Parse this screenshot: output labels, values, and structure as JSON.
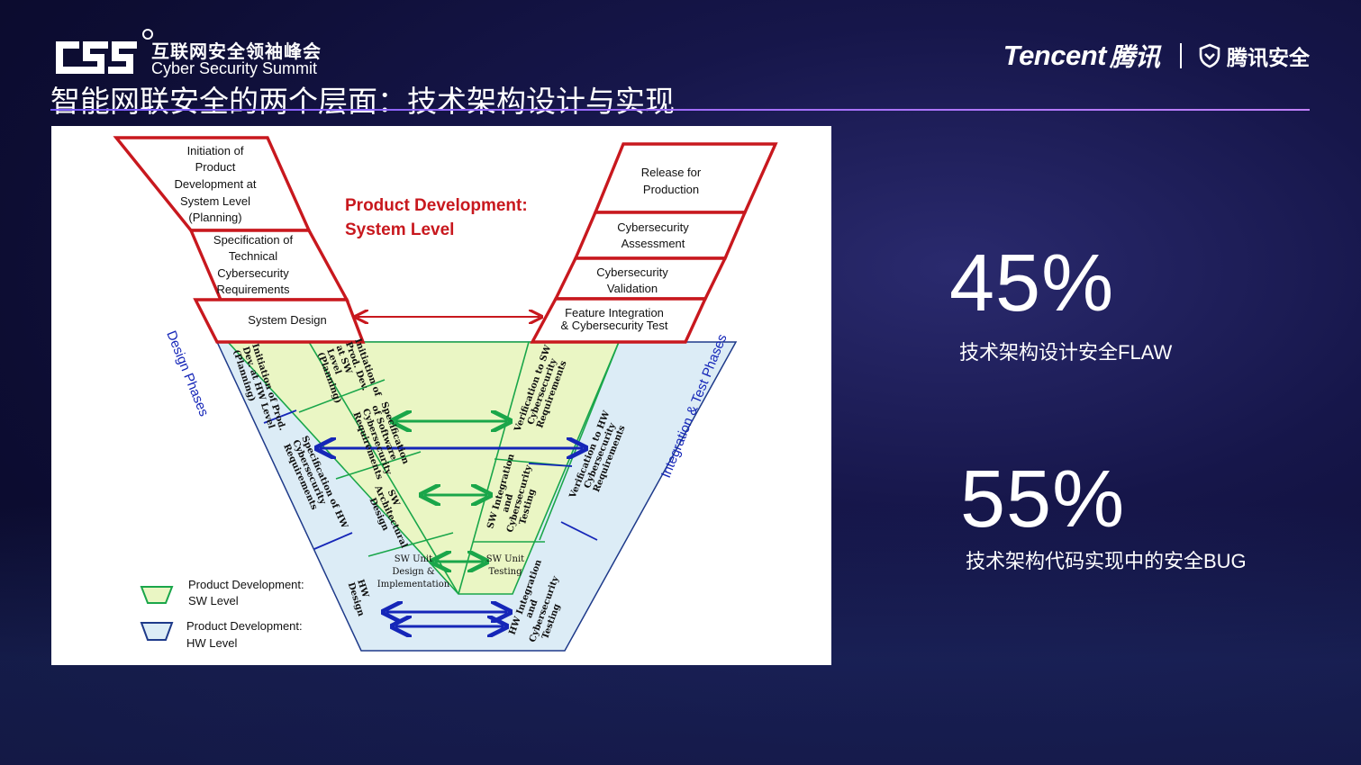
{
  "header": {
    "logo_cn": "互联网安全领袖峰会",
    "logo_en": "Cyber Security Summit",
    "brand_en": "Tencent",
    "brand_cn": "腾讯",
    "brand_security": "腾讯安全",
    "title": "智能网联安全的两个层面：技术架构设计与实现"
  },
  "diagram": {
    "system_heading_1": "Product Development:",
    "system_heading_2": "System Level",
    "left_boxes": {
      "initiation": [
        "Initiation of",
        "Product",
        "Development at",
        "System Level",
        "(Planning)"
      ],
      "specification": [
        "Specification of",
        "Technical",
        "Cybersecurity",
        "Requirements"
      ],
      "system_design": "System Design"
    },
    "right_boxes": {
      "release": [
        "Release for",
        "Production"
      ],
      "assessment": [
        "Cybersecurity",
        "Assessment"
      ],
      "validation": [
        "Cybersecurity",
        "Validation"
      ],
      "integration": [
        "Feature Integration",
        "& Cybersecurity Test"
      ]
    },
    "design_phases": "Design Phases",
    "integration_phases": "Integration & Test Phases",
    "hw_left": {
      "init": [
        "Initiation of Prod.",
        "Dev. at HW Level",
        "(Planning)"
      ],
      "spec": [
        "Specification of HW",
        "Cybersecurity",
        "Requirements"
      ],
      "design": [
        "HW",
        "Design"
      ]
    },
    "sw_left": {
      "init": [
        "Initiation of",
        "Prod. Dev.",
        "at SW",
        "Level",
        "(Planning)"
      ],
      "spec": [
        "Specification",
        "of Software",
        "Cybersecurity",
        "Requirements"
      ],
      "arch": [
        "SW",
        "Architectural",
        "Design"
      ],
      "unit": [
        "SW Unit",
        "Design &",
        "Implementation"
      ]
    },
    "sw_right": {
      "unit": [
        "SW Unit",
        "Testing"
      ],
      "integ": [
        "SW Integration",
        "and",
        "Cybersecurity",
        "Testing"
      ],
      "verif": [
        "Verification to SW",
        "Cybersecurity",
        "Requirements"
      ]
    },
    "hw_right": {
      "verif": [
        "Verification to HW",
        "Cybersecurity",
        "Requirements"
      ],
      "integ": [
        "HW Integration",
        "and",
        "Cybersecurity",
        "Testing"
      ]
    },
    "legend": {
      "sw_1": "Product Development:",
      "sw_2": "SW Level",
      "hw_1": "Product Development:",
      "hw_2": "HW Level"
    },
    "colors": {
      "red": "#c8181e",
      "green": "#1aa64a",
      "blue": "#1526b8",
      "sw_fill": "#eaf6c4",
      "hw_fill": "#dcecf6"
    }
  },
  "stats": [
    {
      "value": "45%",
      "label": "技术架构设计安全FLAW"
    },
    {
      "value": "55%",
      "label": "技术架构代码实现中的安全BUG"
    }
  ]
}
